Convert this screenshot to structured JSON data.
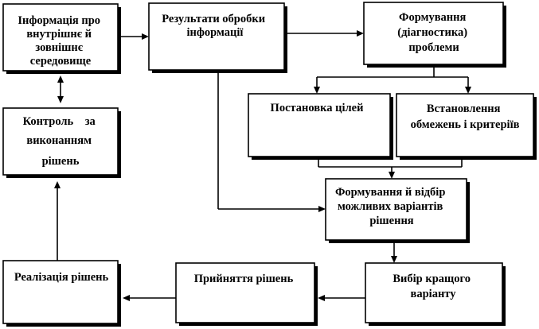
{
  "nodes": {
    "info": [
      "Інформація про",
      "внутрішнє й",
      "зовнішнє",
      "середовище"
    ],
    "results": [
      "Результати обробки",
      "інформації"
    ],
    "problem": [
      "Формування",
      "(діагностика)",
      "проблеми"
    ],
    "goals": [
      "Постановка цілей"
    ],
    "constraints": [
      "Встановлення",
      "обмежень і критеріїв"
    ],
    "alternatives": [
      "Формування й відбір",
      "можливих варіантів",
      "рішення"
    ],
    "best": [
      "Вибір кращого",
      "варіанту"
    ],
    "adoption": [
      "Прийняття рішень"
    ],
    "implementation": [
      "Реалізація рішень"
    ],
    "control": [
      "Контроль    за",
      "виконанням",
      "рішень"
    ]
  }
}
